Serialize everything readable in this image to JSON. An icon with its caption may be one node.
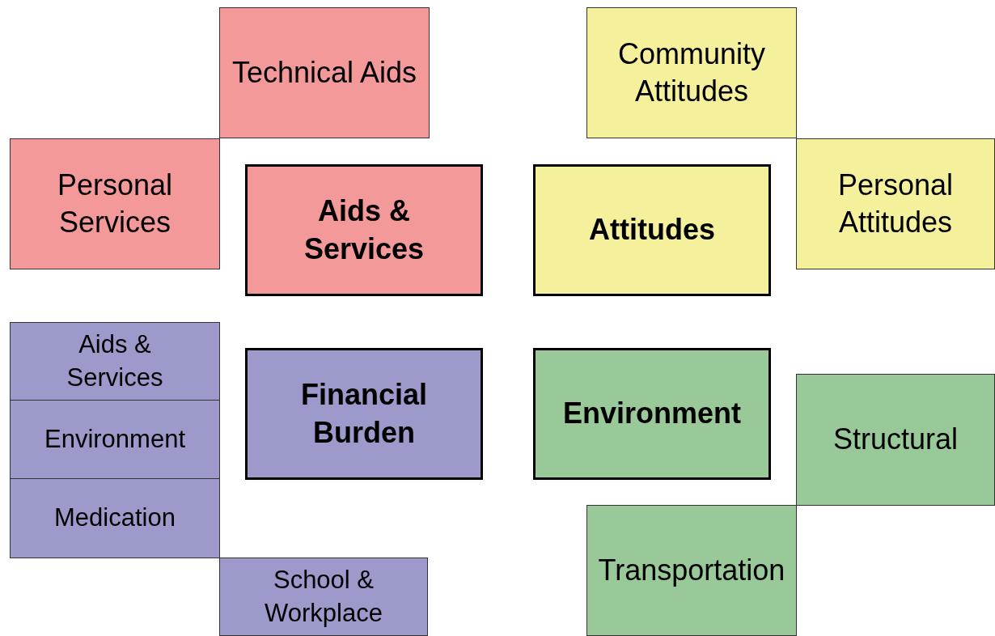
{
  "diagram": {
    "nodes": [
      {
        "text": [
          "Technical Aids"
        ]
      },
      {
        "text": [
          "Personal Services"
        ]
      },
      {
        "text": [
          "Aids & Services"
        ]
      },
      {
        "text": [
          "Community Attitudes"
        ]
      },
      {
        "text": [
          "Attitudes"
        ]
      },
      {
        "text": [
          "Personal Attitudes"
        ]
      },
      {
        "text": [
          "Aids & Services"
        ]
      },
      {
        "text": [
          "Environment"
        ]
      },
      {
        "text": [
          "Medication"
        ]
      },
      {
        "text": [
          "Financial Burden"
        ]
      },
      {
        "text": [
          "Environment"
        ]
      },
      {
        "text": [
          "Structural"
        ]
      },
      {
        "text": [
          "Transportation"
        ]
      },
      {
        "text": [
          "School & Workplace"
        ]
      }
    ]
  }
}
